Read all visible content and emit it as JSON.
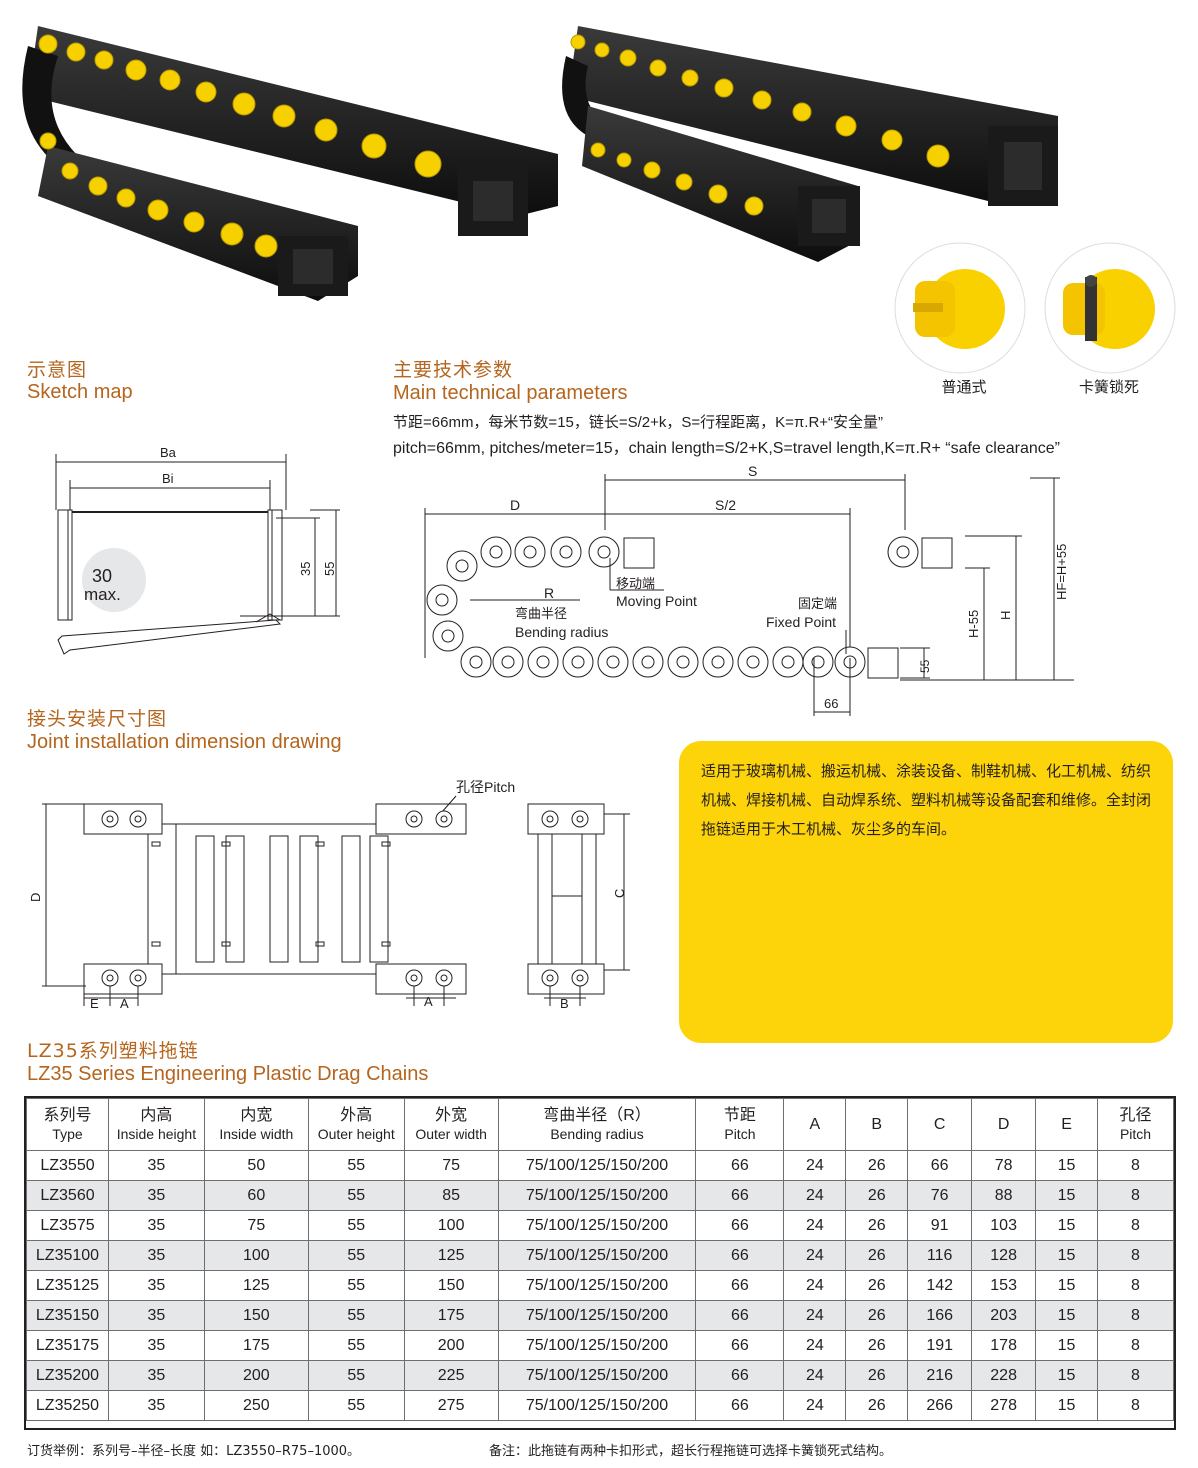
{
  "sections": {
    "sketch_cn": "示意图",
    "sketch_en": "Sketch map",
    "params_cn": "主要技术参数",
    "params_en": "Main technical parameters",
    "joint_cn": "接头安装尺寸图",
    "joint_en": "Joint installation dimension drawing",
    "series_cn": "LZ35系列塑料拖链",
    "series_en": "LZ35 Series Engineering Plastic Drag Chains"
  },
  "params": {
    "line_cn": "节距=66mm，每米节数=15，链长=S/2+k，S=行程距离，K=π.R+“安全量”",
    "line_en": "pitch=66mm, pitches/meter=15，chain length=S/2+K,S=travel length,K=π.R+ “safe clearance”"
  },
  "clips": {
    "normal": "普通式",
    "spring": "卡簧锁死"
  },
  "sketch_labels": {
    "ba": "Ba",
    "bi": "Bi",
    "h35": "35",
    "h55": "55",
    "angle_num": "30",
    "angle_unit": "max."
  },
  "param_diagram": {
    "s": "S",
    "d": "D",
    "s2": "S/2",
    "r": "R",
    "moving_cn": "移动端",
    "moving_en": "Moving Point",
    "bend_cn": "弯曲半径",
    "bend_en": "Bending radius",
    "fixed_cn": "固定端",
    "fixed_en": "Fixed Point",
    "h55": "H-55",
    "h": "H",
    "hf": "HF=H+55",
    "dim55": "55",
    "dim66": "66"
  },
  "joint_labels": {
    "pitch_hole": "孔径Pitch",
    "d": "D",
    "e": "E",
    "a": "A",
    "a2": "A",
    "c": "C",
    "b": "B"
  },
  "application_text": "适用于玻璃机械、搬运机械、涂装设备、制鞋机械、化工机械、纺织机械、焊接机械、自动焊系统、塑料机械等设备配套和维修。全封闭拖链适用于木工机械、灰尘多的车间。",
  "table": {
    "headers": [
      {
        "cn": "系列号",
        "en": "Type"
      },
      {
        "cn": "内高",
        "en": "Inside height"
      },
      {
        "cn": "内宽",
        "en": "Inside width"
      },
      {
        "cn": "外高",
        "en": "Outer height"
      },
      {
        "cn": "外宽",
        "en": "Outer width"
      },
      {
        "cn": "弯曲半径（R）",
        "en": "Bending radius"
      },
      {
        "cn": "节距",
        "en": "Pitch"
      },
      {
        "cn": "A",
        "en": ""
      },
      {
        "cn": "B",
        "en": ""
      },
      {
        "cn": "C",
        "en": ""
      },
      {
        "cn": "D",
        "en": ""
      },
      {
        "cn": "E",
        "en": ""
      },
      {
        "cn": "孔径",
        "en": "Pitch"
      }
    ],
    "rows": [
      [
        "LZ3550",
        "35",
        "50",
        "55",
        "75",
        "75/100/125/150/200",
        "66",
        "24",
        "26",
        "66",
        "78",
        "15",
        "8"
      ],
      [
        "LZ3560",
        "35",
        "60",
        "55",
        "85",
        "75/100/125/150/200",
        "66",
        "24",
        "26",
        "76",
        "88",
        "15",
        "8"
      ],
      [
        "LZ3575",
        "35",
        "75",
        "55",
        "100",
        "75/100/125/150/200",
        "66",
        "24",
        "26",
        "91",
        "103",
        "15",
        "8"
      ],
      [
        "LZ35100",
        "35",
        "100",
        "55",
        "125",
        "75/100/125/150/200",
        "66",
        "24",
        "26",
        "116",
        "128",
        "15",
        "8"
      ],
      [
        "LZ35125",
        "35",
        "125",
        "55",
        "150",
        "75/100/125/150/200",
        "66",
        "24",
        "26",
        "142",
        "153",
        "15",
        "8"
      ],
      [
        "LZ35150",
        "35",
        "150",
        "55",
        "175",
        "75/100/125/150/200",
        "66",
        "24",
        "26",
        "166",
        "203",
        "15",
        "8"
      ],
      [
        "LZ35175",
        "35",
        "175",
        "55",
        "200",
        "75/100/125/150/200",
        "66",
        "24",
        "26",
        "191",
        "178",
        "15",
        "8"
      ],
      [
        "LZ35200",
        "35",
        "200",
        "55",
        "225",
        "75/100/125/150/200",
        "66",
        "24",
        "26",
        "216",
        "228",
        "15",
        "8"
      ],
      [
        "LZ35250",
        "35",
        "250",
        "55",
        "275",
        "75/100/125/150/200",
        "66",
        "24",
        "26",
        "266",
        "278",
        "15",
        "8"
      ]
    ]
  },
  "footer": {
    "order_example": "订货举例：系列号–半径–长度  如：LZ3550–R75–1000。",
    "note": "备注：此拖链有两种卡扣形式，超长行程拖链可选择卡簧锁死式结构。"
  }
}
